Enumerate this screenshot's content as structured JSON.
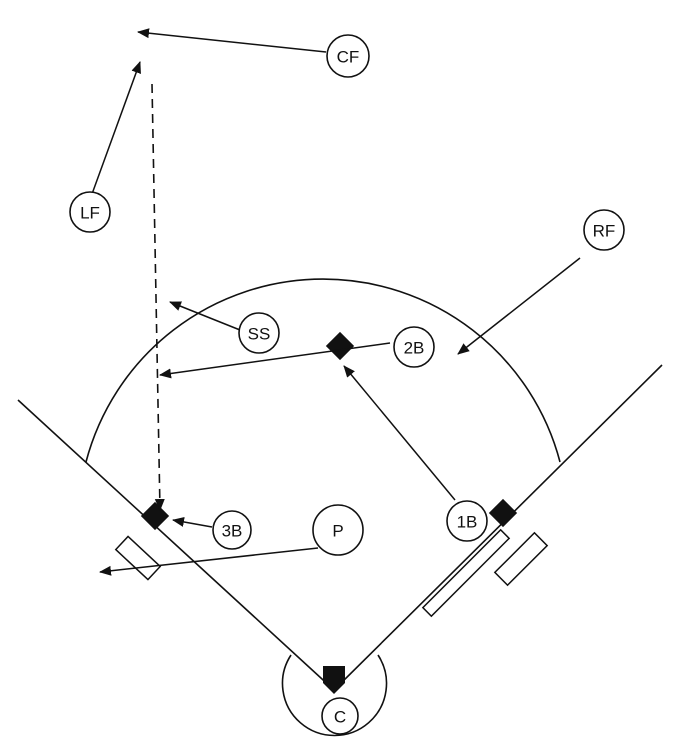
{
  "positions": {
    "cf": "CF",
    "lf": "LF",
    "rf": "RF",
    "ss": "SS",
    "second_base": "2B",
    "third_base": "3B",
    "pitcher": "P",
    "first_base": "1B",
    "catcher": "C"
  }
}
